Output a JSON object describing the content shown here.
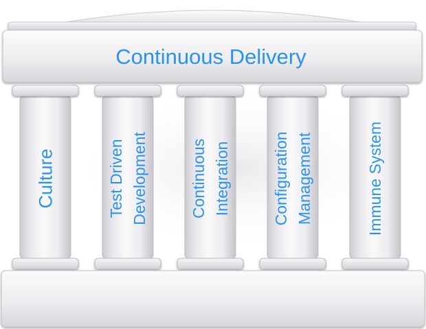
{
  "roof": {
    "title": "Continuous Delivery"
  },
  "pillars": [
    {
      "lines": [
        "Culture"
      ]
    },
    {
      "lines": [
        "Test Driven",
        "Development"
      ]
    },
    {
      "lines": [
        "Continuous",
        "Integration"
      ]
    },
    {
      "lines": [
        "Configuration",
        "Management"
      ]
    },
    {
      "lines": [
        "Immune System"
      ]
    }
  ],
  "colors": {
    "text": "#2b93ec",
    "stone_light": "#f4f4f6",
    "stone_mid": "#dcdce0",
    "stone_dark": "#b9b9be"
  }
}
